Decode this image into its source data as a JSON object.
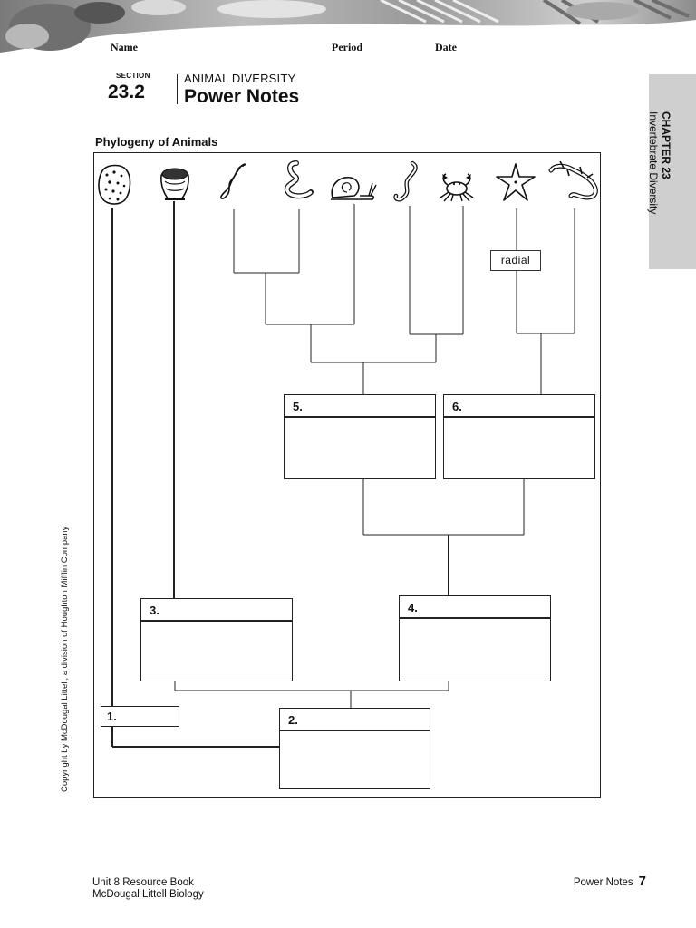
{
  "header": {
    "name_label": "Name",
    "period_label": "Period",
    "date_label": "Date"
  },
  "section": {
    "label": "SECTION",
    "number": "23.2",
    "category": "ANIMAL DIVERSITY",
    "title": "Power Notes"
  },
  "chapter_tab": {
    "chapter": "CHAPTER 23",
    "subject": "Invertebrate Diversity"
  },
  "copyright": "Copyright by McDougal Littell, a division of Houghton Mifflin Company",
  "diagram": {
    "title": "Phylogeny of Animals",
    "radial_label": "radial",
    "boxes": [
      "1.",
      "2.",
      "3.",
      "4.",
      "5.",
      "6."
    ],
    "animals": [
      "sponge-icon",
      "sea-anemone-icon",
      "flatworm-icon",
      "earthworm-icon",
      "snail-icon",
      "roundworm-icon",
      "crab-icon",
      "sea-star-icon",
      "lizard-icon"
    ]
  },
  "footer": {
    "book": "Unit 8 Resource Book",
    "publisher": "McDougal Littell Biology",
    "section_name": "Power Notes",
    "page_number": "7"
  }
}
